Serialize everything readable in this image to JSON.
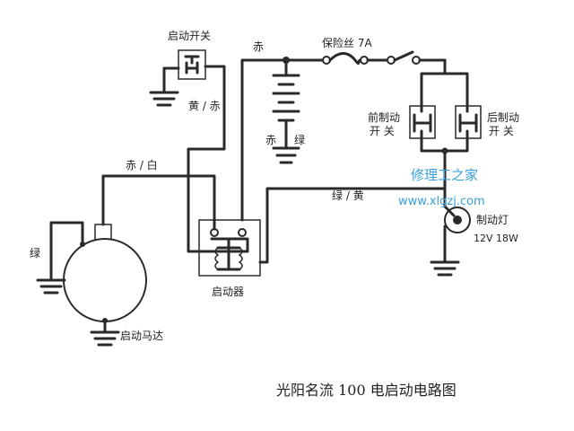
{
  "labels": {
    "start_switch": "启动开关",
    "yellow_red": "黄 / 赤",
    "red_top": "赤",
    "fuse": "保险丝 7A",
    "red_green_left": "赤",
    "red_green_right": "绿",
    "front_brake_1": "前制动",
    "front_brake_2": "开  关",
    "rear_brake_1": "后制动",
    "rear_brake_2": "开  关",
    "red_white": "赤 / 白",
    "green_yellow": "绿 / 黄",
    "green": "绿",
    "starter_relay": "启动器",
    "starter_motor": "启动马达",
    "brake_lamp": "制动灯",
    "lamp_rating": "12V  18W",
    "watermark_cn": "修理工之家",
    "watermark_url": "www.xlgzj.com",
    "caption": "光阳名流 100 电启动电路图"
  },
  "colors": {
    "wire": "#2a2a2a",
    "watermark": "#3aa0d8"
  }
}
